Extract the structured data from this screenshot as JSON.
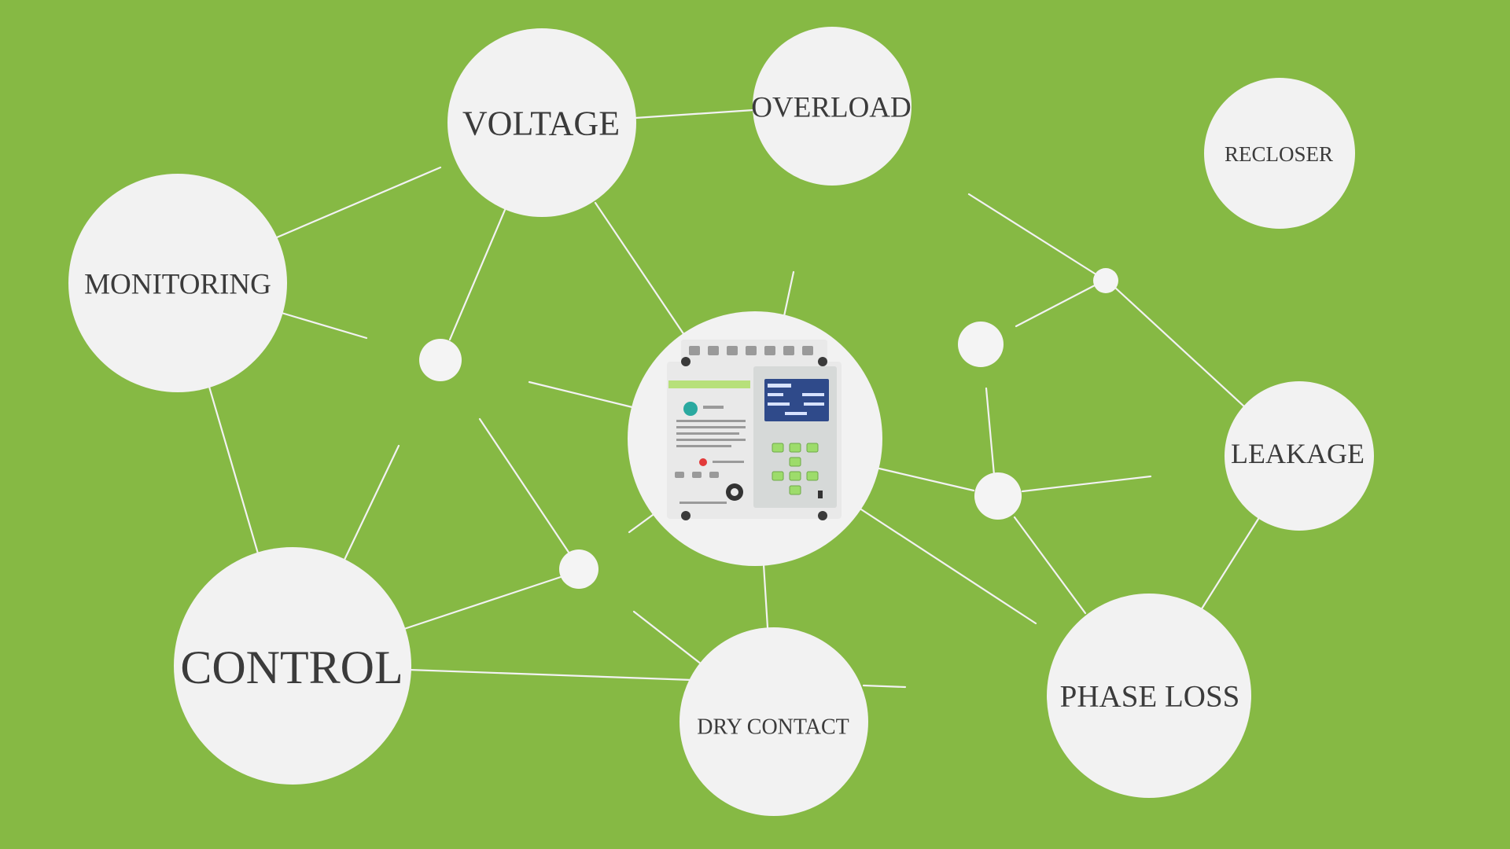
{
  "colors": {
    "background": "#86b944",
    "node_fill": "#f2f2f2",
    "line": "#f2f2f2",
    "label": "#3b3b3b"
  },
  "nodes": [
    {
      "id": "voltage",
      "label": "VOLTAGE"
    },
    {
      "id": "overload",
      "label": "OVERLOAD"
    },
    {
      "id": "recloser",
      "label": "RECLOSER"
    },
    {
      "id": "monitoring",
      "label": "MONITORING"
    },
    {
      "id": "leakage",
      "label": "LEAKAGE"
    },
    {
      "id": "control",
      "label": "CONTROL"
    },
    {
      "id": "dry_contact",
      "label": "DRY CONTACT"
    },
    {
      "id": "phase_loss",
      "label": "PHASE LOSS"
    }
  ],
  "center_image": {
    "icon": "circuit-breaker-device-icon"
  }
}
